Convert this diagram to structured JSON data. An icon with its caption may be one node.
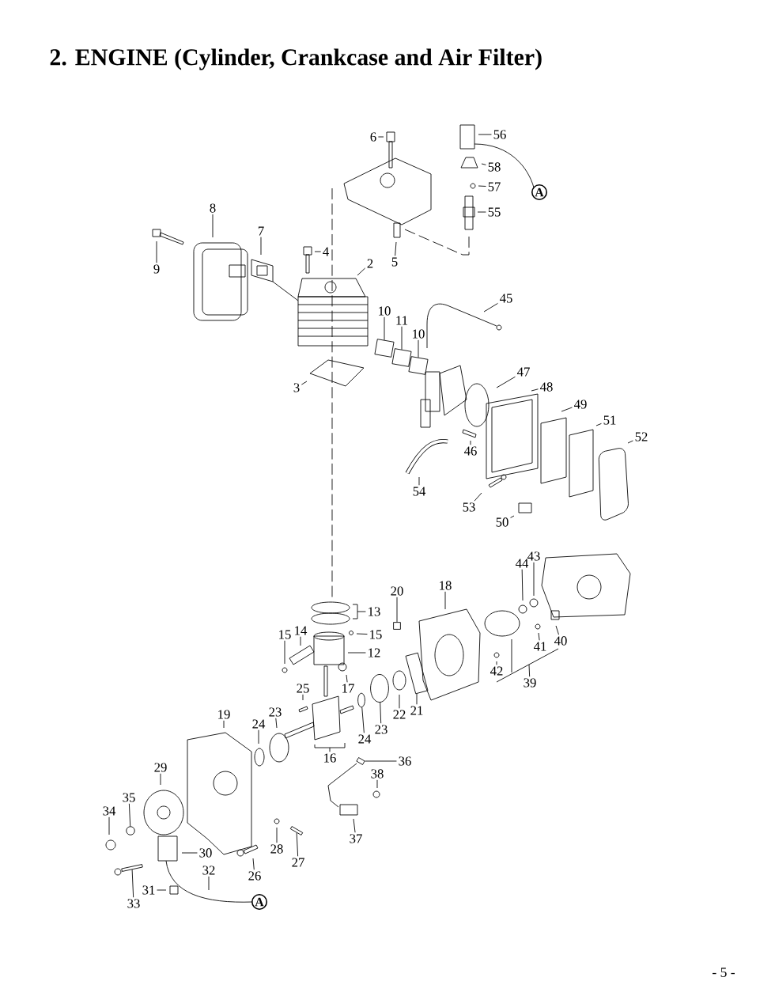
{
  "diagram": {
    "title": "2. ENGINE (Cylinder, Crankcase and Air Filter)",
    "nodes": [
      {
        "text": [
          "6"
        ]
      },
      {
        "text": [
          "56"
        ]
      },
      {
        "text": [
          "58"
        ]
      },
      {
        "text": [
          "57"
        ]
      },
      {
        "text": [
          "55"
        ]
      },
      {
        "text": [
          "8"
        ]
      },
      {
        "text": [
          "7"
        ]
      },
      {
        "text": [
          "4"
        ]
      },
      {
        "text": [
          "5"
        ]
      },
      {
        "text": [
          "9"
        ]
      },
      {
        "text": [
          "2"
        ]
      },
      {
        "text": [
          "45"
        ]
      },
      {
        "text": [
          "10"
        ]
      },
      {
        "text": [
          "11"
        ]
      },
      {
        "text": [
          "10"
        ]
      },
      {
        "text": [
          "47"
        ]
      },
      {
        "text": [
          "3"
        ]
      },
      {
        "text": [
          "48"
        ]
      },
      {
        "text": [
          "49"
        ]
      },
      {
        "text": [
          "51"
        ]
      },
      {
        "text": [
          "52"
        ]
      },
      {
        "text": [
          "46"
        ]
      },
      {
        "text": [
          "54"
        ]
      },
      {
        "text": [
          "53"
        ]
      },
      {
        "text": [
          "50"
        ]
      },
      {
        "text": [
          "43"
        ]
      },
      {
        "text": [
          "44"
        ]
      },
      {
        "text": [
          "18"
        ]
      },
      {
        "text": [
          "20"
        ]
      },
      {
        "text": [
          "13"
        ]
      },
      {
        "text": [
          "14"
        ]
      },
      {
        "text": [
          "15"
        ]
      },
      {
        "text": [
          "15"
        ]
      },
      {
        "text": [
          "40"
        ]
      },
      {
        "text": [
          "41"
        ]
      },
      {
        "text": [
          "12"
        ]
      },
      {
        "text": [
          "42"
        ]
      },
      {
        "text": [
          "39"
        ]
      },
      {
        "text": [
          "17"
        ]
      },
      {
        "text": [
          "25"
        ]
      },
      {
        "text": [
          "22"
        ]
      },
      {
        "text": [
          "21"
        ]
      },
      {
        "text": [
          "23"
        ]
      },
      {
        "text": [
          "19"
        ]
      },
      {
        "text": [
          "24"
        ]
      },
      {
        "text": [
          "23"
        ]
      },
      {
        "text": [
          "24"
        ]
      },
      {
        "text": [
          "16"
        ]
      },
      {
        "text": [
          "36"
        ]
      },
      {
        "text": [
          "29"
        ]
      },
      {
        "text": [
          "38"
        ]
      },
      {
        "text": [
          "35"
        ]
      },
      {
        "text": [
          "34"
        ]
      },
      {
        "text": [
          "37"
        ]
      },
      {
        "text": [
          "28"
        ]
      },
      {
        "text": [
          "30"
        ]
      },
      {
        "text": [
          "27"
        ]
      },
      {
        "text": [
          "32"
        ]
      },
      {
        "text": [
          "26"
        ]
      },
      {
        "text": [
          "31"
        ]
      },
      {
        "text": [
          "33"
        ]
      },
      {
        "text": [
          "A"
        ]
      },
      {
        "text": [
          "A"
        ]
      },
      {
        "text": [],
        "shape": "box"
      },
      {
        "text": [],
        "shape": "box"
      },
      {
        "text": [],
        "shape": "box"
      },
      {
        "text": [],
        "shape": "box"
      },
      {
        "text": [],
        "shape": "box"
      },
      {
        "text": [],
        "shape": "circle"
      },
      {
        "text": [],
        "shape": "circle"
      },
      {
        "text": [],
        "shape": "box"
      },
      {
        "text": [],
        "shape": "circle"
      },
      {
        "text": [],
        "shape": "bar"
      },
      {
        "text": [],
        "shape": "bar"
      }
    ],
    "edges": [
      {
        "from": 0,
        "to": null,
        "arrow": "none"
      },
      {
        "from": 1,
        "to": null,
        "arrow": "none"
      },
      {
        "from": 2,
        "to": null,
        "arrow": "none"
      },
      {
        "from": 3,
        "to": null,
        "arrow": "none"
      },
      {
        "from": 4,
        "to": null,
        "arrow": "none"
      },
      {
        "from": 5,
        "to": null,
        "arrow": "none"
      },
      {
        "from": 6,
        "to": null,
        "arrow": "none"
      },
      {
        "from": 7,
        "to": null,
        "arrow": "none"
      },
      {
        "from": 8,
        "to": null,
        "arrow": "none"
      },
      {
        "from": 9,
        "to": null,
        "arrow": "none"
      },
      {
        "from": 10,
        "to": null,
        "arrow": "none"
      },
      {
        "from": 11,
        "to": null,
        "arrow": "none"
      },
      {
        "from": 12,
        "to": 63,
        "arrow": "none"
      },
      {
        "from": 13,
        "to": 64,
        "arrow": "none"
      },
      {
        "from": 14,
        "to": 65,
        "arrow": "none"
      },
      {
        "from": 15,
        "to": null,
        "arrow": "none"
      },
      {
        "from": 16,
        "to": null,
        "arrow": "none"
      },
      {
        "from": 17,
        "to": null,
        "arrow": "none"
      },
      {
        "from": 18,
        "to": null,
        "arrow": "none"
      },
      {
        "from": 19,
        "to": null,
        "arrow": "none"
      },
      {
        "from": 20,
        "to": null,
        "arrow": "none"
      },
      {
        "from": 21,
        "to": null,
        "arrow": "none"
      },
      {
        "from": 22,
        "to": null,
        "arrow": "none"
      },
      {
        "from": 23,
        "to": null,
        "arrow": "none"
      },
      {
        "from": 24,
        "to": null,
        "arrow": "none"
      },
      {
        "from": 25,
        "to": null,
        "arrow": "none"
      },
      {
        "from": 26,
        "to": null,
        "arrow": "none"
      },
      {
        "from": 27,
        "to": null,
        "arrow": "none"
      },
      {
        "from": 28,
        "to": 66,
        "arrow": "none"
      },
      {
        "from": 29,
        "to": null,
        "arrow": "none"
      },
      {
        "from": 30,
        "to": null,
        "arrow": "none"
      },
      {
        "from": 31,
        "to": null,
        "arrow": "none"
      },
      {
        "from": 32,
        "to": null,
        "arrow": "none"
      },
      {
        "from": 33,
        "to": null,
        "arrow": "none"
      },
      {
        "from": 34,
        "to": null,
        "arrow": "none"
      },
      {
        "from": 35,
        "to": null,
        "arrow": "none"
      },
      {
        "from": 36,
        "to": null,
        "arrow": "none"
      },
      {
        "from": 37,
        "to": null,
        "arrow": "none"
      },
      {
        "from": 38,
        "to": null,
        "arrow": "none"
      },
      {
        "from": 39,
        "to": null,
        "arrow": "none"
      },
      {
        "from": 40,
        "to": null,
        "arrow": "none"
      },
      {
        "from": 41,
        "to": 67,
        "arrow": "none"
      },
      {
        "from": 42,
        "to": null,
        "arrow": "none"
      },
      {
        "from": 43,
        "to": null,
        "arrow": "none"
      },
      {
        "from": 44,
        "to": null,
        "arrow": "none"
      },
      {
        "from": 45,
        "to": 68,
        "arrow": "none"
      },
      {
        "from": 46,
        "to": 69,
        "arrow": "none"
      },
      {
        "from": 47,
        "to": null,
        "arrow": "none"
      },
      {
        "from": 48,
        "to": 70,
        "arrow": "none"
      },
      {
        "from": 49,
        "to": null,
        "arrow": "none"
      },
      {
        "from": 50,
        "to": null,
        "arrow": "none"
      },
      {
        "from": 51,
        "to": 71,
        "arrow": "none"
      },
      {
        "from": 52,
        "to": null,
        "arrow": "none"
      },
      {
        "from": 53,
        "to": null,
        "arrow": "none"
      },
      {
        "from": 54,
        "to": null,
        "arrow": "none"
      },
      {
        "from": 55,
        "to": null,
        "arrow": "none"
      },
      {
        "from": 56,
        "to": 72,
        "arrow": "none"
      },
      {
        "from": 57,
        "to": null,
        "arrow": "none"
      },
      {
        "from": 58,
        "to": null,
        "arrow": "none"
      },
      {
        "from": 59,
        "to": null,
        "arrow": "none"
      },
      {
        "from": 60,
        "to": 73,
        "arrow": "none"
      }
    ],
    "labels": [
      "- 5 -"
    ]
  }
}
